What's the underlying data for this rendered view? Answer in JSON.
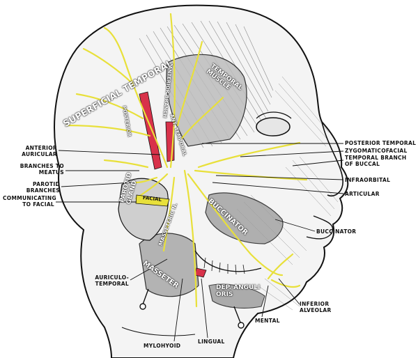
{
  "figure": {
    "colors": {
      "nerve": "#e8e03a",
      "artery": "#d8324a",
      "line": "#111111",
      "paper": "#ffffff"
    }
  },
  "labels": {
    "anterior_auricular": "ANTERIOR\nAURICULAR",
    "branches_to_meatus": "BRANCHES TO\nMEATUS",
    "parotid_branches": "PAROTID\nBRANCHES",
    "communicating_to_facial": "COMMUNICATING\nTO FACIAL",
    "auriculo_temporal": "AURICULO-\nTEMPORAL",
    "mylohyoid": "MYLOHYOID",
    "lingual": "LINGUAL",
    "mental": "MENTAL",
    "inferior_alveolar": "INFERIOR\nALVEOLAR",
    "buccinator_nerve": "BUCCINATOR",
    "articular": "ARTICULAR",
    "infraorbital": "INFRAORBITAL",
    "temporal_branch_of_buccal": "TEMPORAL BRANCH\nOF BUCCAL",
    "zygomaticofacial": "ZYGOMATICOFACIAL",
    "posterior_temporal": "POSTERIOR TEMPORAL"
  },
  "inline_labels": {
    "superficial_temporal": "SUPERFICIAL TEMPORAL",
    "temporal_muscle": "TEMPORAL\nMUSCLE",
    "posterior": "POSTERIOR",
    "anterior_branch": "ANTERIOR BRANCH",
    "ant_temporal": "ANT. TEMPORAL",
    "masseteric": "MASSETERIC N.",
    "buccinator_muscle": "BUCCINATOR",
    "facial": "FACIAL",
    "parotid_gland": "PAROTID\nGLAND",
    "masseter": "MASSETER",
    "dep_anguli_oris": "DEP. ANGULI\nORIS"
  }
}
